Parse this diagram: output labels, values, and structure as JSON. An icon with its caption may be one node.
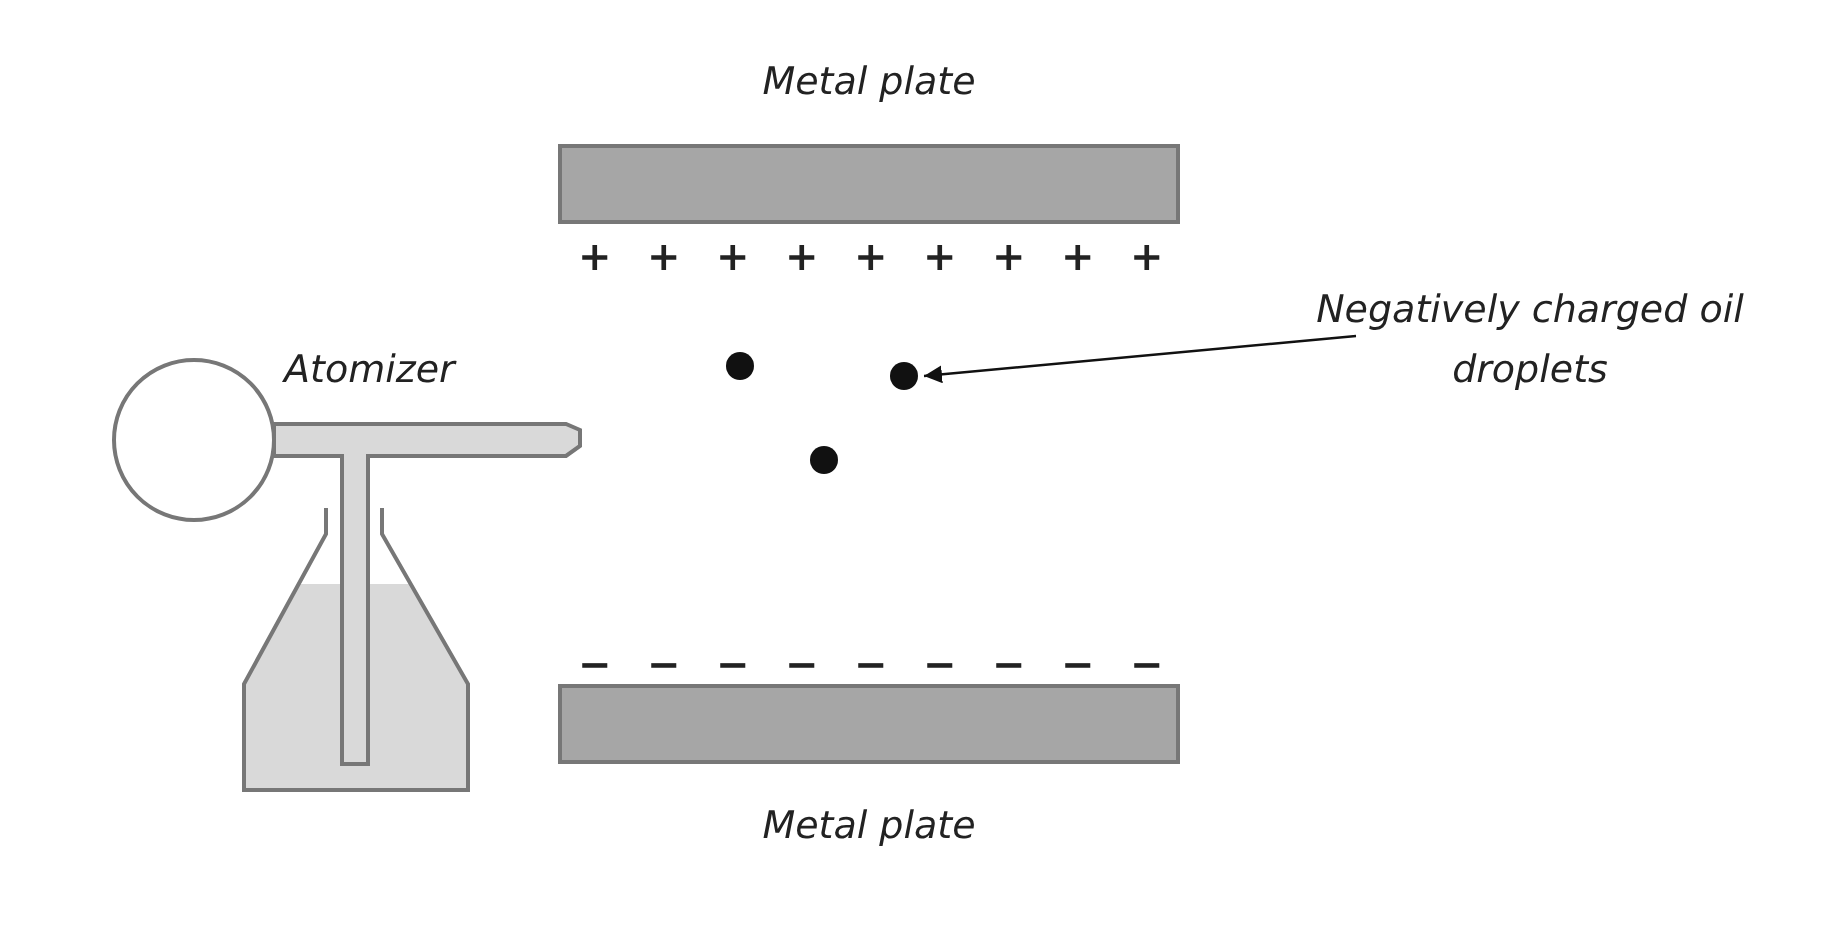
{
  "diagram": {
    "nodes": [
      {
        "text": [
          "Metal plate"
        ],
        "beside": [
          "+",
          "+",
          "+",
          "+",
          "+",
          "+",
          "+",
          "+",
          "+"
        ]
      },
      {
        "text": [
          "Negatively charged oil droplets"
        ]
      },
      {
        "text": [
          "Atomizer"
        ]
      },
      {
        "text": [],
        "shape": "circle"
      },
      {
        "text": [],
        "shape": "circle"
      },
      {
        "text": [],
        "shape": "circle"
      },
      {
        "text": [
          "Metal plate"
        ],
        "beside": [
          "−",
          "−",
          "−",
          "−",
          "−",
          "−",
          "−",
          "−",
          "−"
        ]
      }
    ],
    "edges": [
      {
        "from": 1,
        "to": 5,
        "arrow": "to"
      }
    ]
  }
}
